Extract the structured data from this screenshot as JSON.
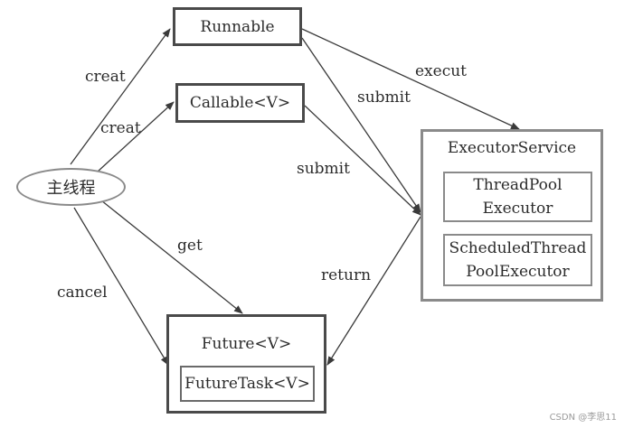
{
  "nodes": {
    "runnable": "Runnable",
    "callable": "Callable<V>",
    "main_thread": "主线程",
    "executor_service": "ExecutorService",
    "thread_pool_executor": [
      "ThreadPool",
      "Executor"
    ],
    "scheduled_executor": [
      "ScheduledThread",
      "PoolExecutor"
    ],
    "future": "Future<V>",
    "future_task": "FutureTask<V>"
  },
  "edges": {
    "creat_runnable": "creat",
    "creat_callable": "creat",
    "execut": "execut",
    "submit_runnable": "submit",
    "submit_callable": "submit",
    "get": "get",
    "return": "return",
    "cancel": "cancel"
  },
  "watermark": "CSDN @李思11",
  "colors": {
    "box_border": "#4a4a4a",
    "grey_border": "#8a8a8a",
    "arrow": "#3a3a3a"
  }
}
